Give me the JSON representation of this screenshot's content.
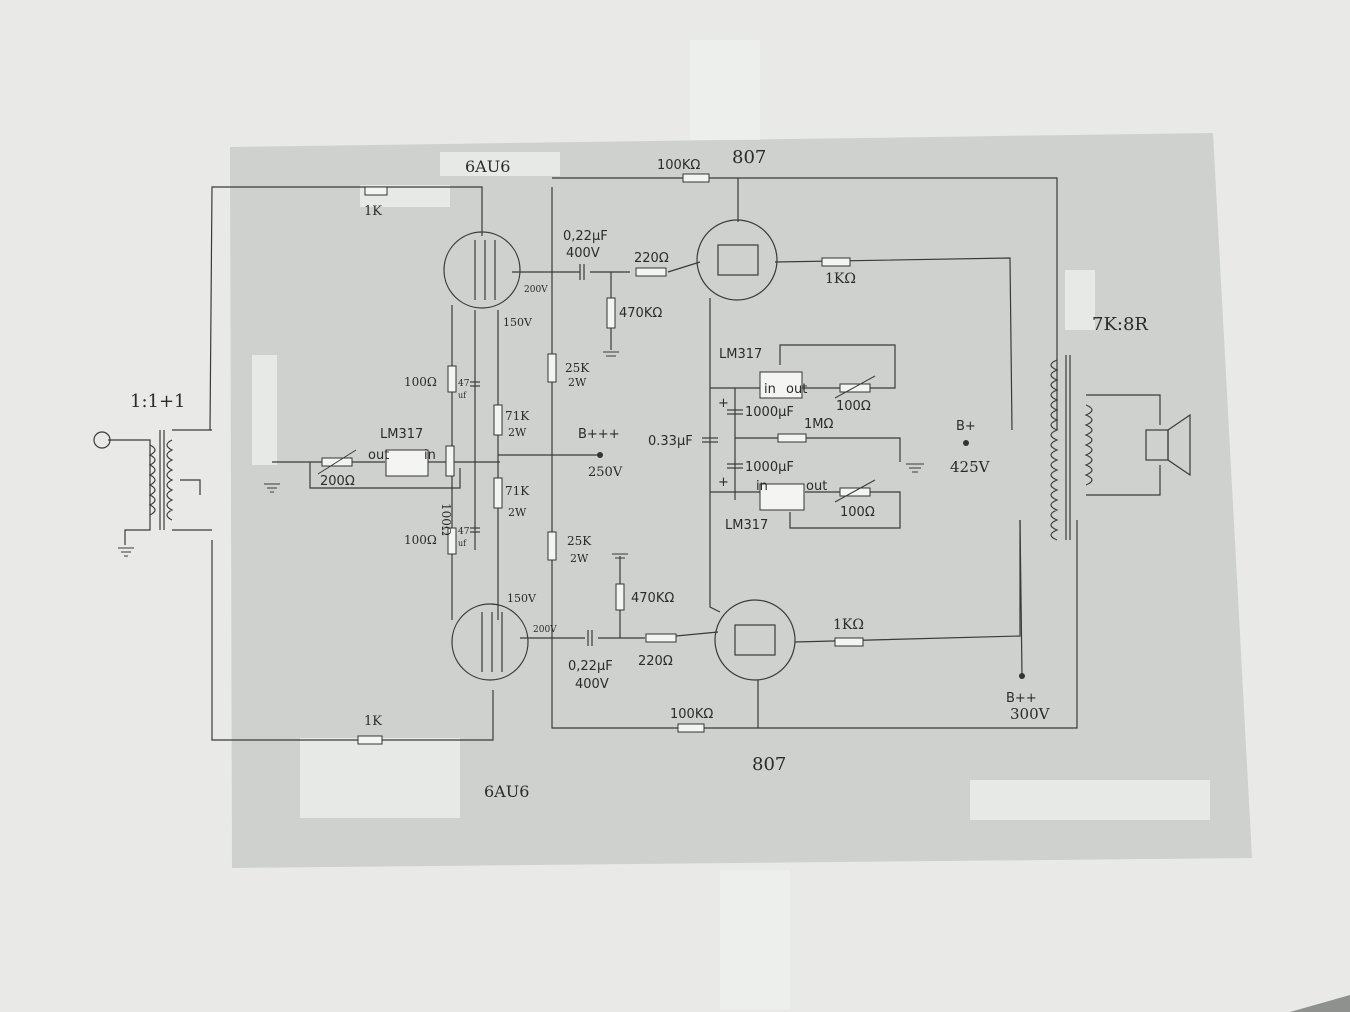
{
  "photo": {
    "paper_color": "#e9eae8",
    "sheet_color": "#cfd1cf",
    "background_color": "#9a9b99"
  },
  "tubes": {
    "driver_top": "6AU6",
    "driver_bottom": "6AU6",
    "output_top": "807",
    "output_bottom": "807"
  },
  "input": {
    "transformer_ratio": "1:1+1"
  },
  "grid_resistors": {
    "top": "1K",
    "bottom": "1K"
  },
  "driver_regulator": {
    "ic": "LM317",
    "pin_out": "out",
    "pin_in": "in",
    "pot": "200Ω",
    "pot_small": "100Ω",
    "cathode_r_top": "100Ω",
    "cathode_r_bottom": "100Ω",
    "cap_top": "47",
    "cap_top_unit": "uf",
    "cap_bottom": "47",
    "cap_bottom_unit": "uf",
    "screen_r_top": "71K",
    "screen_r_top_power": "2W",
    "screen_r_bottom": "71K",
    "screen_r_bottom_power": "2W"
  },
  "driver_voltages": {
    "plate_top": "200V",
    "screen_top": "150V",
    "plate_bottom": "200V",
    "screen_bottom": "150V"
  },
  "coupling": {
    "cap_top": "0,22μF",
    "cap_top_voltage": "400V",
    "cap_bottom": "0,22μF",
    "cap_bottom_voltage": "400V",
    "series_r_top": "220Ω",
    "series_r_bottom": "220Ω",
    "grid_r_top": "470KΩ",
    "grid_r_bottom": "470KΩ",
    "plate_load_top": "25K",
    "plate_load_top_power": "2W",
    "plate_load_bottom": "25K",
    "plate_load_bottom_power": "2W"
  },
  "supply": {
    "bpp_label": "B+++",
    "bpp_voltage": "250V",
    "bp_label": "B+",
    "bp_voltage": "425V",
    "b2_label": "B++",
    "b2_voltage": "300V"
  },
  "feedback": {
    "top": "100KΩ",
    "bottom": "100KΩ"
  },
  "output_stage": {
    "screen_r_top": "1KΩ",
    "screen_r_bottom": "1KΩ",
    "bypass_cap": "0.33μF",
    "reg_top": "LM317",
    "reg_bottom": "LM317",
    "pin_in": "in",
    "pin_out": "out",
    "cap_top": "1000μF",
    "cap_bottom": "1000μF",
    "pot_top": "100Ω",
    "pot_bottom": "100Ω",
    "bleeder": "1MΩ",
    "plus": "+"
  },
  "output_transformer": {
    "ratio": "7K:8R"
  }
}
